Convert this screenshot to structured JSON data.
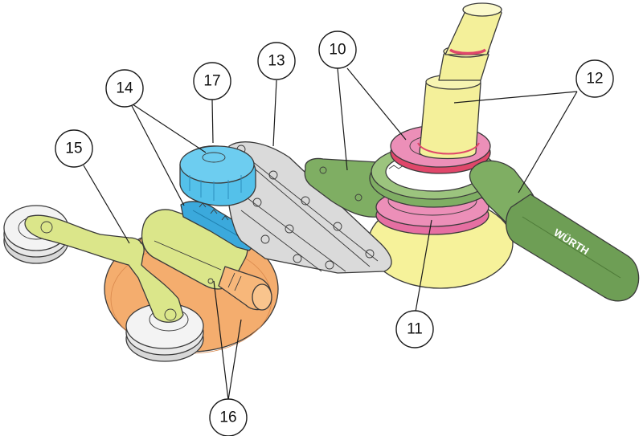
{
  "colors": {
    "pad_orange": "#f4ad6e",
    "pad_yellow": "#f6f29a",
    "arm_lime": "#dbe68a",
    "arm_green": "#7fae63",
    "knob_blue": "#54c1ea",
    "gear_blue": "#3ba9dc",
    "rod_yellow": "#f4f09a",
    "ring_pink": "#ec8fb8",
    "ring_red": "#e0476a",
    "links_gray": "#dadada",
    "outline": "#3a3a3a"
  },
  "labels": {
    "l10": "10",
    "l11": "11",
    "l12": "12",
    "l13": "13",
    "l14": "14",
    "l15": "15",
    "l16": "16",
    "l17": "17"
  },
  "brand_text": "WÜRTH"
}
